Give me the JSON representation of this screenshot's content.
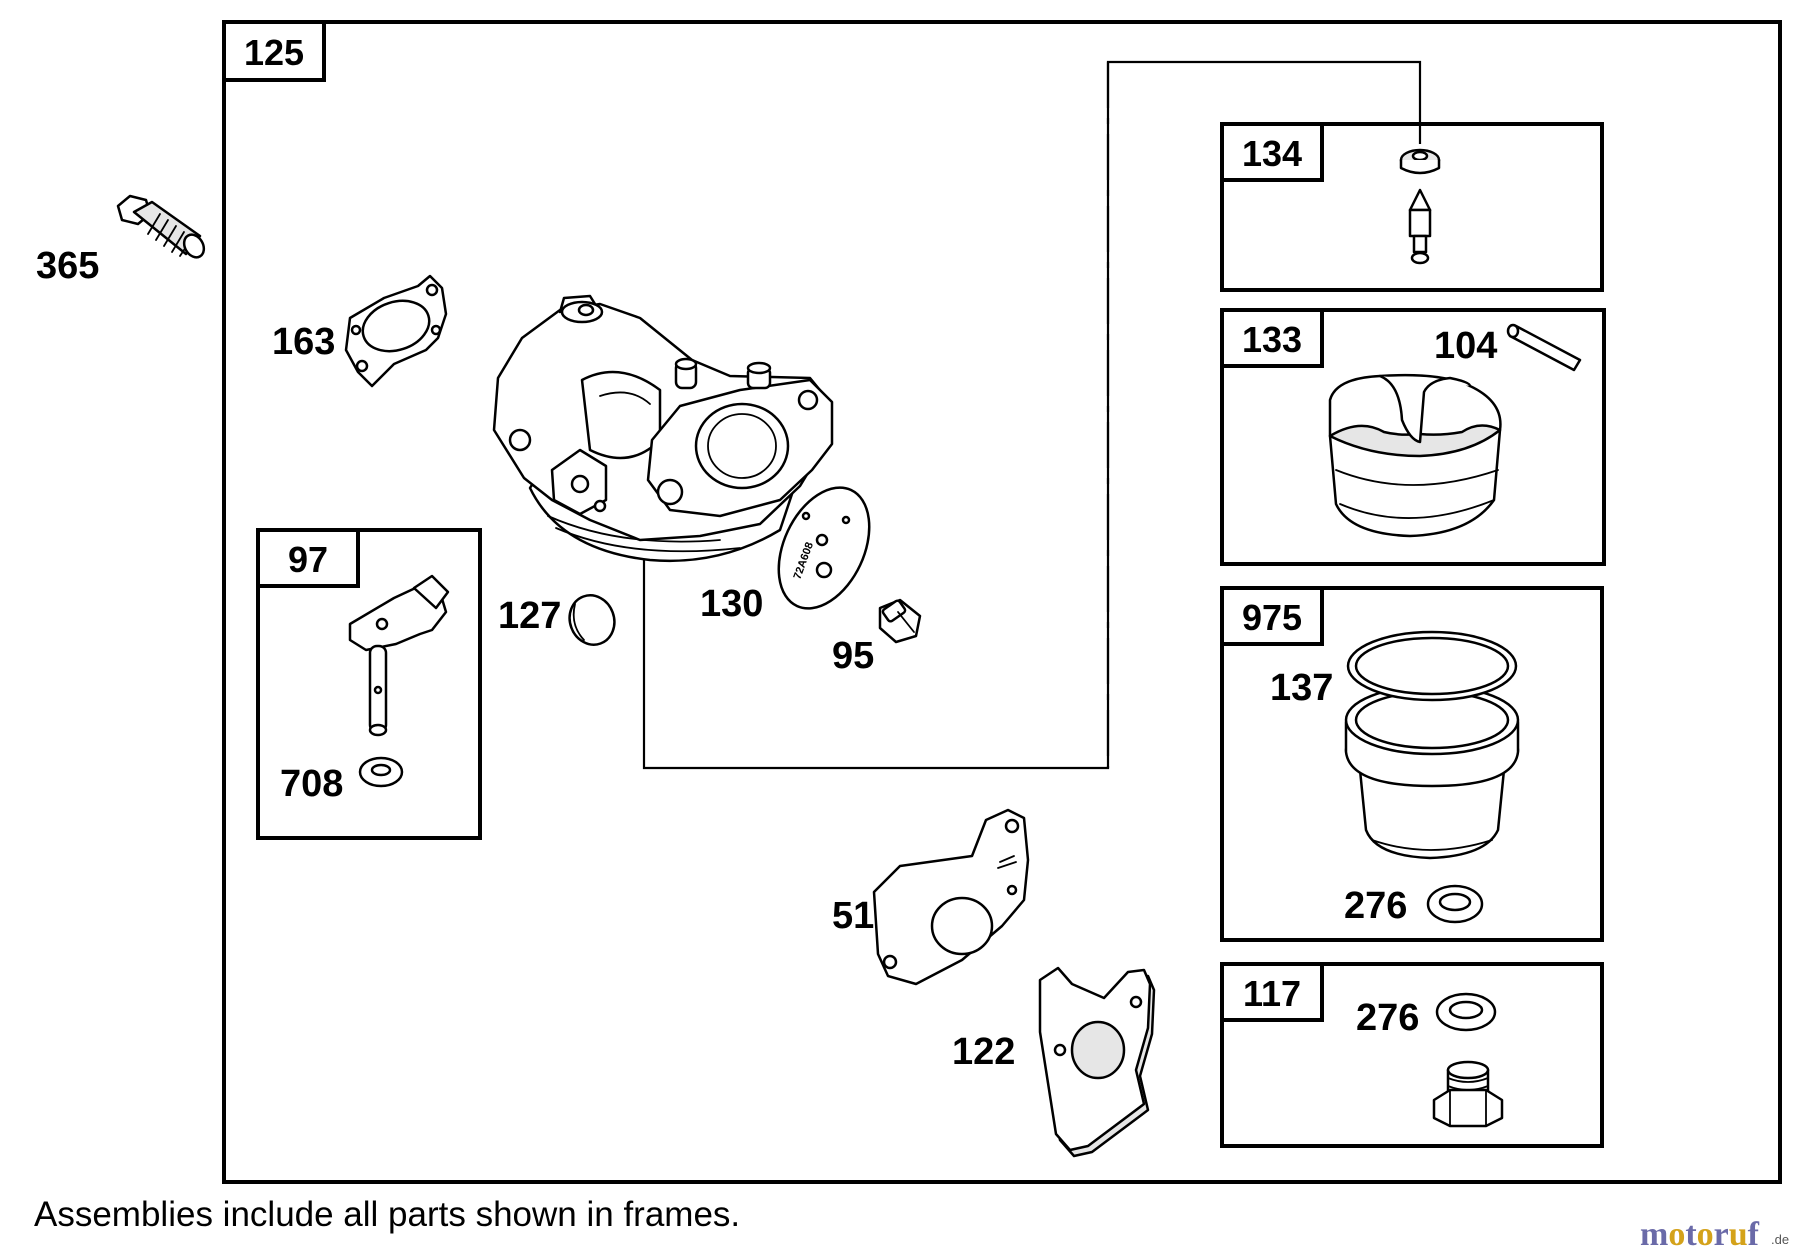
{
  "frames": {
    "main": "125",
    "f97": "97",
    "f134": "134",
    "f133": "133",
    "f975": "975",
    "f117": "117"
  },
  "labels": {
    "p365": "365",
    "p163": "163",
    "p97_708": "708",
    "p127": "127",
    "p130": "130",
    "p95": "95",
    "p51": "51",
    "p122": "122",
    "p104": "104",
    "p137": "137",
    "p975_276": "276",
    "p117_276": "276"
  },
  "plate_marking": "72A608",
  "note": "Assemblies include all parts shown in frames.",
  "watermark": {
    "letters": [
      "m",
      "o",
      "t",
      "o",
      "r",
      "u",
      "f"
    ],
    "colors": [
      "#6a6aa8",
      "#d4a21a",
      "#6a6aa8",
      "#d4a21a",
      "#6a6aa8",
      "#d4a21a",
      "#6a6aa8"
    ],
    "suffix": ".de"
  }
}
